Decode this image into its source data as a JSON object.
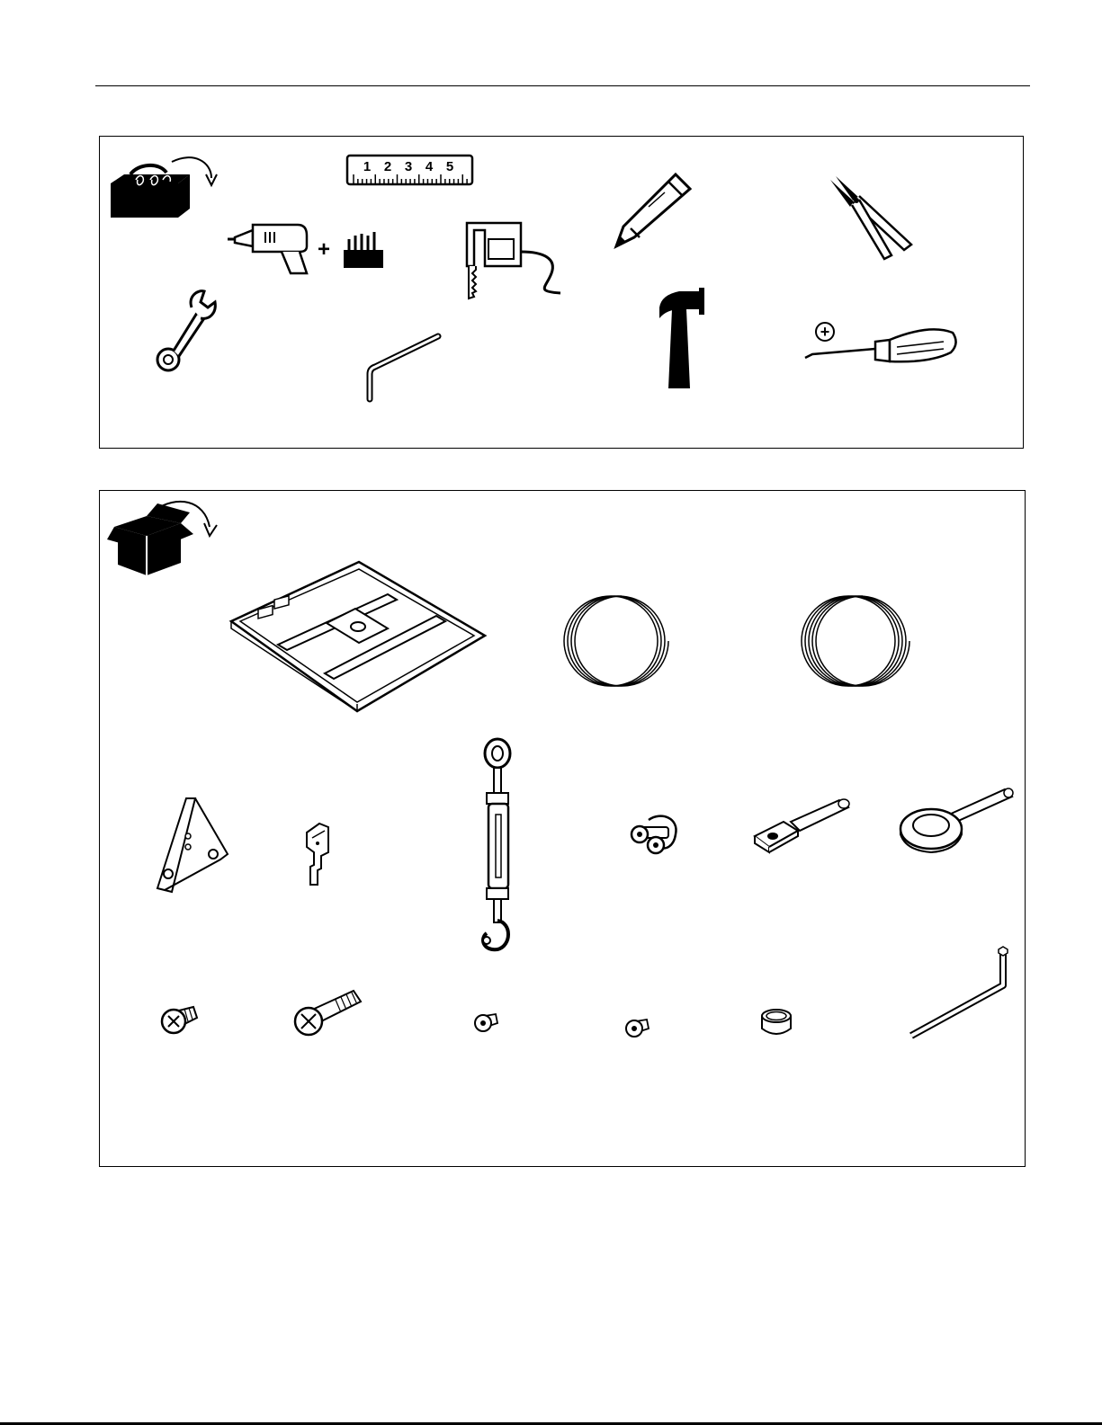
{
  "page": {
    "tools_section": {
      "header_icon": "toolbox-icon",
      "items": [
        {
          "icon": "tape-measure-icon",
          "ruler_numbers": [
            "1",
            "2",
            "3",
            "4",
            "5"
          ]
        },
        {
          "icon": "power-drill-icon"
        },
        {
          "icon": "drill-bits-icon",
          "join_symbol": "+"
        },
        {
          "icon": "jigsaw-icon"
        },
        {
          "icon": "pencil-icon"
        },
        {
          "icon": "wire-cutters-icon"
        },
        {
          "icon": "open-end-wrench-icon"
        },
        {
          "icon": "hex-key-icon"
        },
        {
          "icon": "hammer-icon"
        },
        {
          "icon": "phillips-screwdriver-icon",
          "tip_symbol": "+"
        }
      ]
    },
    "parts_section": {
      "header_icon": "open-box-icon",
      "items": [
        {
          "icon": "ceiling-plate-icon"
        },
        {
          "icon": "cable-coil-icon"
        },
        {
          "icon": "cable-coil-icon"
        },
        {
          "icon": "triangle-bracket-icon"
        },
        {
          "icon": "z-clip-icon"
        },
        {
          "icon": "turnbuckle-icon"
        },
        {
          "icon": "wire-rope-clip-icon"
        },
        {
          "icon": "square-head-pin-icon"
        },
        {
          "icon": "ring-head-pin-icon"
        },
        {
          "icon": "phillips-screw-icon"
        },
        {
          "icon": "shoulder-bolt-icon"
        },
        {
          "icon": "button-head-screw-icon"
        },
        {
          "icon": "button-head-screw-icon"
        },
        {
          "icon": "spacer-ring-icon"
        },
        {
          "icon": "large-hex-key-icon"
        }
      ]
    }
  }
}
